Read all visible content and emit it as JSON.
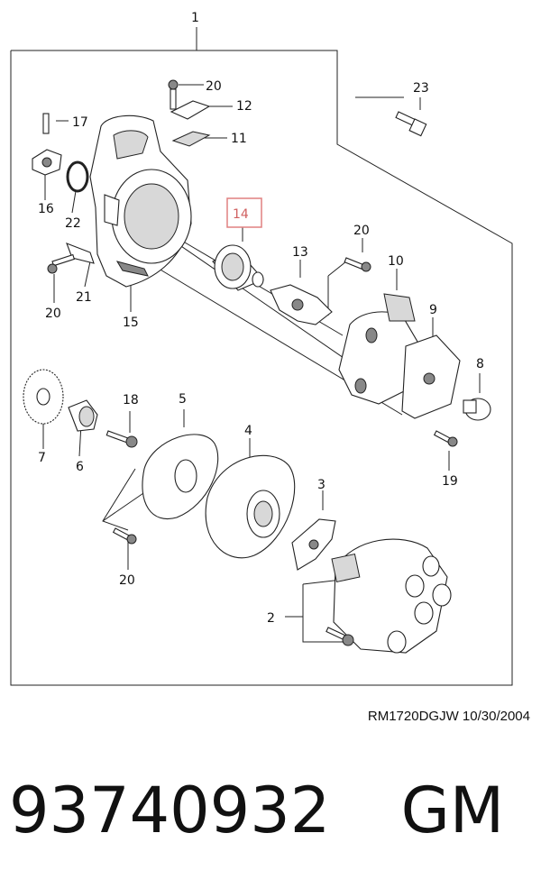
{
  "callouts": [
    "1",
    "2",
    "3",
    "4",
    "5",
    "6",
    "7",
    "8",
    "9",
    "10",
    "11",
    "12",
    "13",
    "14",
    "15",
    "16",
    "17",
    "18",
    "19",
    "20",
    "21",
    "22",
    "23"
  ],
  "highlight_callout": "14",
  "highlight_color": "#e08080",
  "footer": {
    "reference": "RM1720DGJW  10/30/2004",
    "part_number": "93740932",
    "brand": "GM"
  }
}
